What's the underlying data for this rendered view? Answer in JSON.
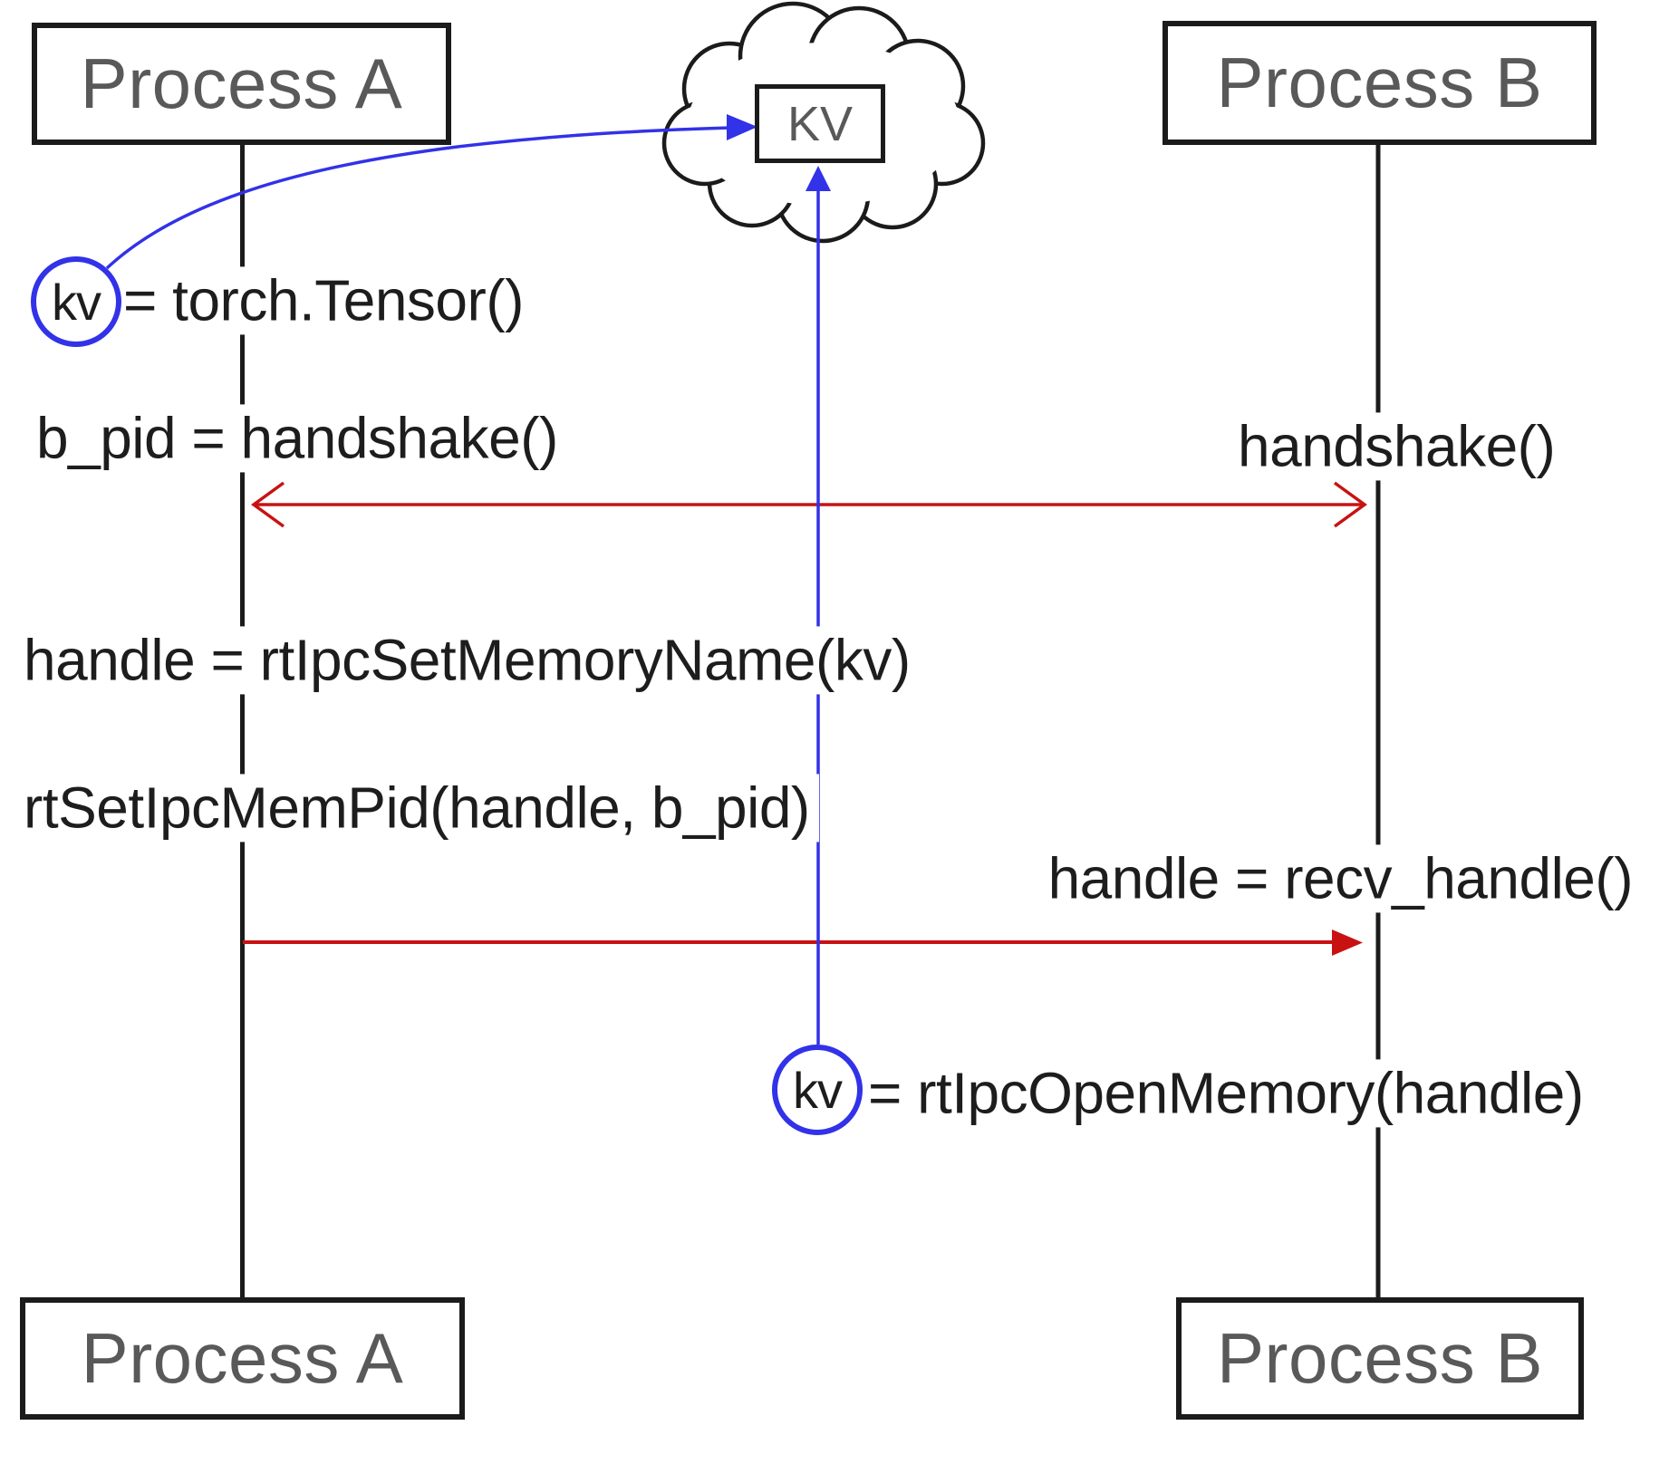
{
  "actors": {
    "a_top": {
      "label": "Process A"
    },
    "b_top": {
      "label": "Process B"
    },
    "a_bottom": {
      "label": "Process A"
    },
    "b_bottom": {
      "label": "Process B"
    }
  },
  "cloud": {
    "kv_box_label": "KV"
  },
  "messages": {
    "kv_var_a": "kv",
    "torch_assign": "= torch.Tensor()",
    "bpid_assign": "b_pid = handshake()",
    "handshake_b": "handshake()",
    "set_memory_name": "handle = rtIpcSetMemoryName(kv)",
    "set_ipc_mem_pid": "rtSetIpcMemPid(handle, b_pid)",
    "recv_handle": "handle = recv_handle()",
    "kv_var_b": "kv",
    "open_memory": "= rtIpcOpenMemory(handle)"
  },
  "colors": {
    "accent_blue": "#3232e8",
    "arrow_red": "#c81212",
    "line_black": "#1b1b1b",
    "label_gray": "#595959"
  }
}
